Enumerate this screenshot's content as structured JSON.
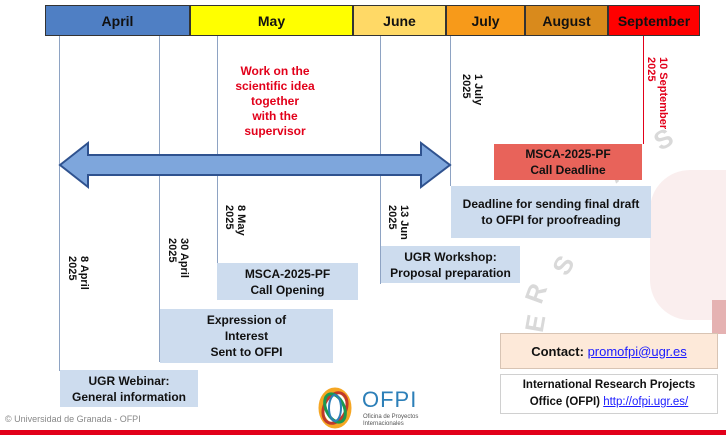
{
  "months": [
    {
      "name": "April",
      "color": "#4f7fc4"
    },
    {
      "name": "May",
      "color": "#ffff00"
    },
    {
      "name": "June",
      "color": "#ffd966"
    },
    {
      "name": "July",
      "color": "#f79a1a"
    },
    {
      "name": "August",
      "color": "#d98a1c"
    },
    {
      "name": "September",
      "color": "#ff0000"
    }
  ],
  "work_note": [
    "Work on the",
    "scientific idea",
    "together",
    "with the",
    "supervisor"
  ],
  "dates": {
    "apr8": "8 April\n2025",
    "apr30": "30 April\n2025",
    "may8": "8 May\n2025",
    "jun13": "13 Jun\n2025",
    "jul1": "1 July\n2025",
    "sep10": "10 September\n2025"
  },
  "boxes": {
    "webinar": [
      "UGR Webinar:",
      "General information"
    ],
    "expression": [
      "Expression of",
      "Interest",
      "Sent to OFPI"
    ],
    "opening": [
      "MSCA-2025-PF",
      "Call Opening"
    ],
    "workshop": [
      "UGR Workshop:",
      "Proposal preparation"
    ],
    "final_draft": [
      "Deadline for sending final draft",
      "to OFPI for proofreading"
    ],
    "deadline": [
      "MSCA-2025-PF",
      "Call Deadline"
    ]
  },
  "contact": {
    "label": "Contact:",
    "email": "promofpi@ugr.es"
  },
  "office": {
    "line1": "International Research Projects",
    "line2": "Office (OFPI)",
    "url": "http://ofpi.ugr.es/"
  },
  "copyright": "© Universidad de Granada - OFPI",
  "logo": {
    "name": "OFPI",
    "sub1": "Oficina de Proyectos",
    "sub2": "Internacionales"
  },
  "colors": {
    "accent_red": "#e2001a",
    "box_blue": "#cddcee",
    "deadline_red": "#e8635a",
    "contact_bg": "#fde9d9"
  }
}
